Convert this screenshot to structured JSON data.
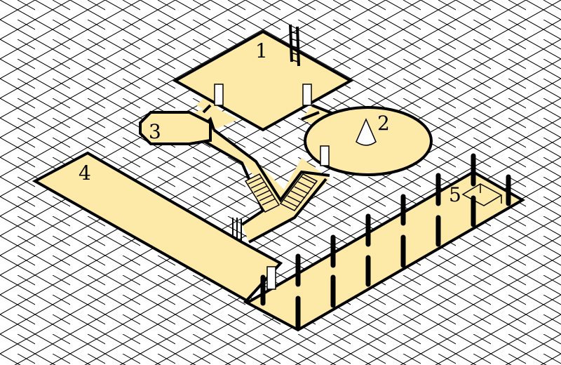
{
  "map": {
    "style": "isometric dungeon map",
    "colors": {
      "floor": "#fde9a8",
      "walls": "#000000",
      "background": "#ffffff",
      "grid": "#000000"
    },
    "rooms": [
      {
        "id": "room-1",
        "label": "1"
      },
      {
        "id": "room-2",
        "label": "2"
      },
      {
        "id": "room-3",
        "label": "3"
      },
      {
        "id": "room-4",
        "label": "4"
      },
      {
        "id": "room-5",
        "label": "5"
      }
    ],
    "features": {
      "ladder": "ladder-icon",
      "cone": "cone-icon",
      "stairs": "stairs-icon",
      "pillars": "pillar-icon",
      "doors": "door-icon"
    }
  }
}
